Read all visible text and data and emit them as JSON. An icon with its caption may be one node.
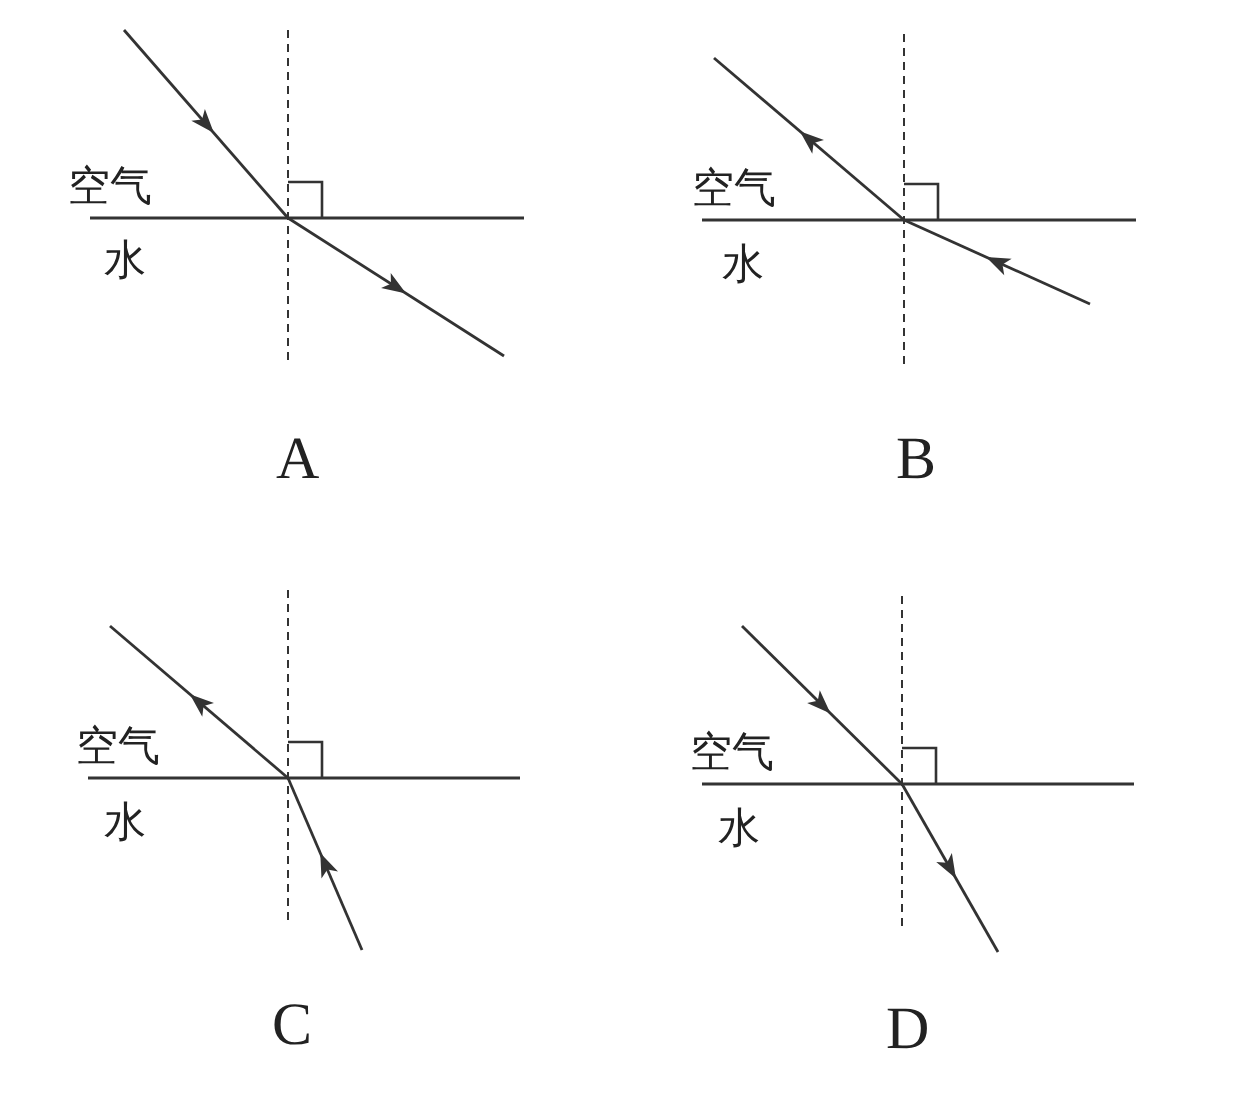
{
  "diagram": {
    "labels": [
      "空气",
      "水",
      "A",
      "空气",
      "水",
      "B",
      "空气",
      "水",
      "C",
      "空气",
      "水",
      "D"
    ]
  }
}
